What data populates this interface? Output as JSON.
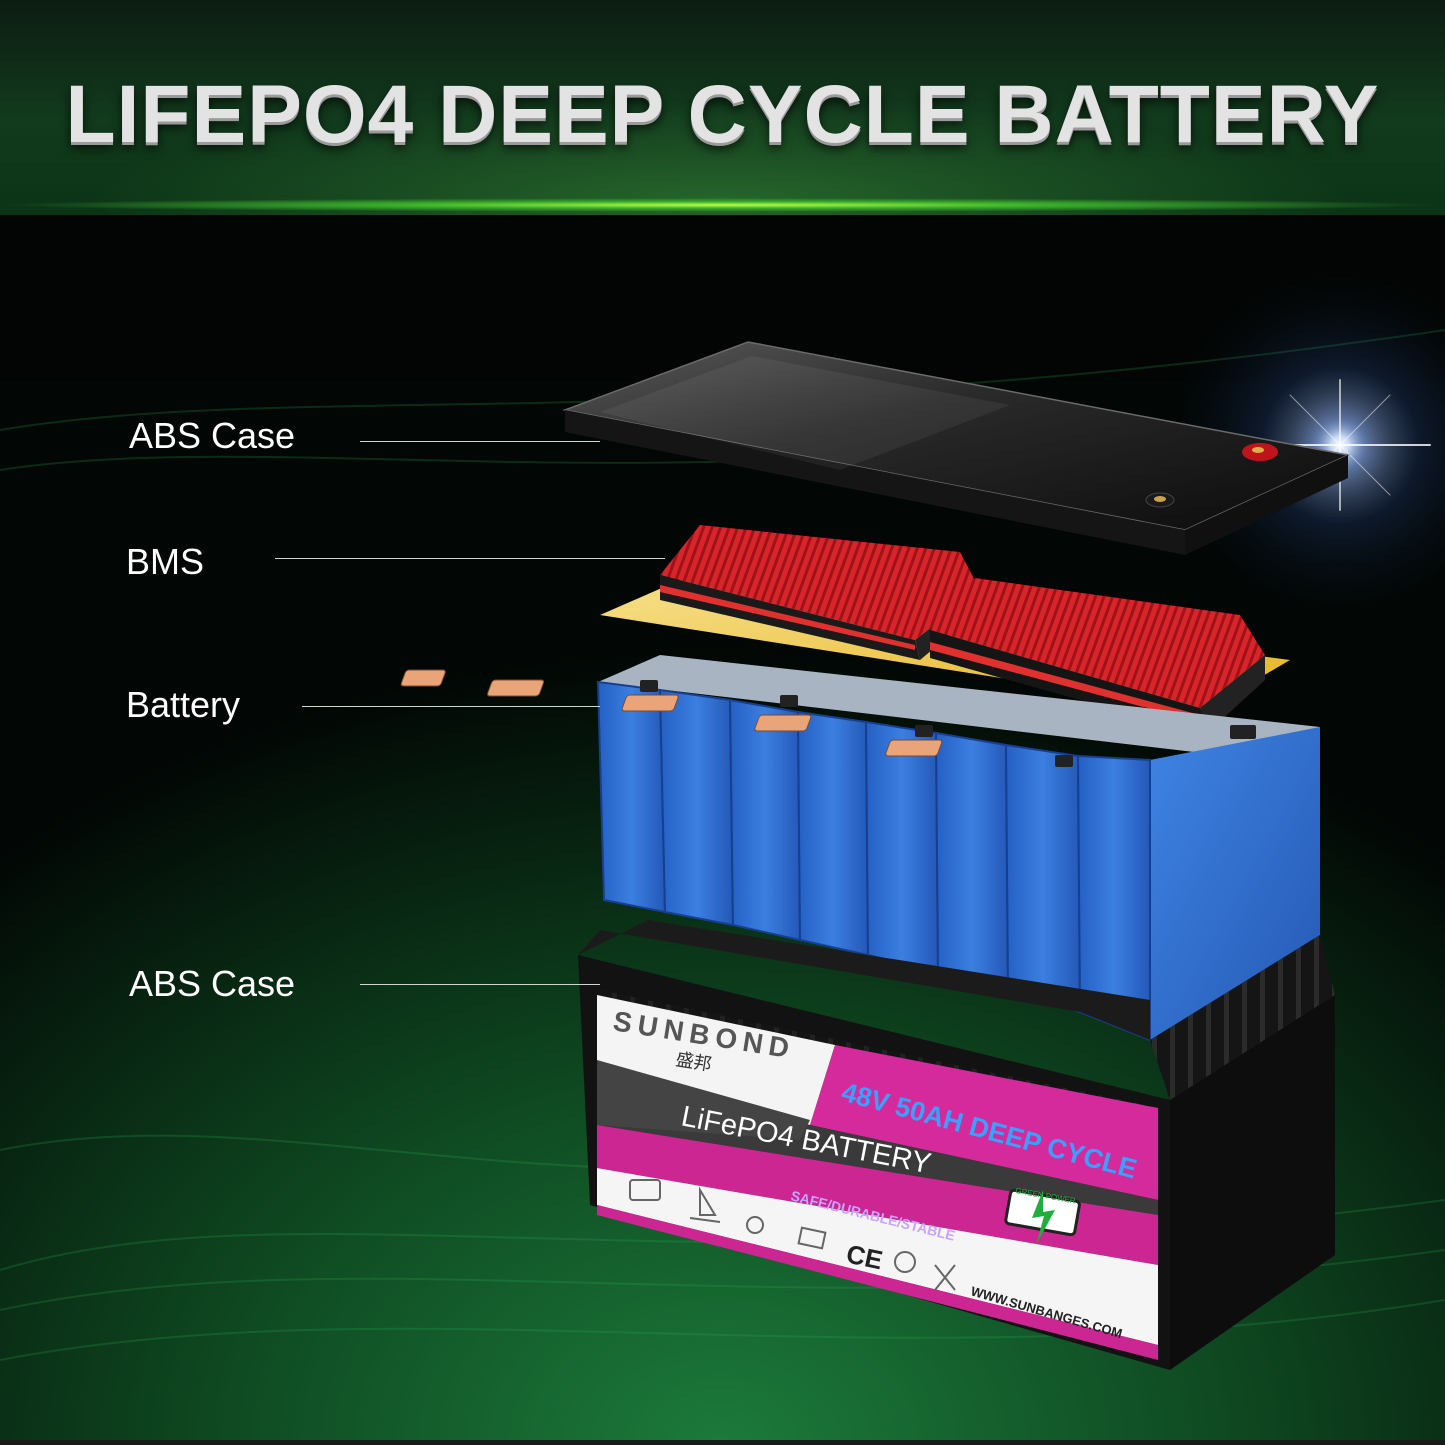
{
  "title": "LIFEPO4 DEEP CYCLE BATTERY",
  "labels": {
    "abs_case_top": "ABS Case",
    "bms": "BMS",
    "battery": "Battery",
    "abs_case_bottom": "ABS Case"
  },
  "case_label": {
    "brand": "SUNBOND",
    "brand_sub": "盛邦",
    "model": "48V 50AH DEEP CYCLE",
    "product": "LiFePO4 BATTERY",
    "tagline": "SAFE/DURABLE/STABLE",
    "green_power": "GREEN POWER",
    "website": "WWW.SUNBANGES.COM",
    "ce_mark": "CE"
  },
  "colors": {
    "accent_magenta": "#d42a9c",
    "cell_blue": "#2f6fd0",
    "bms_red": "#d8252b",
    "case_black": "#141414"
  }
}
